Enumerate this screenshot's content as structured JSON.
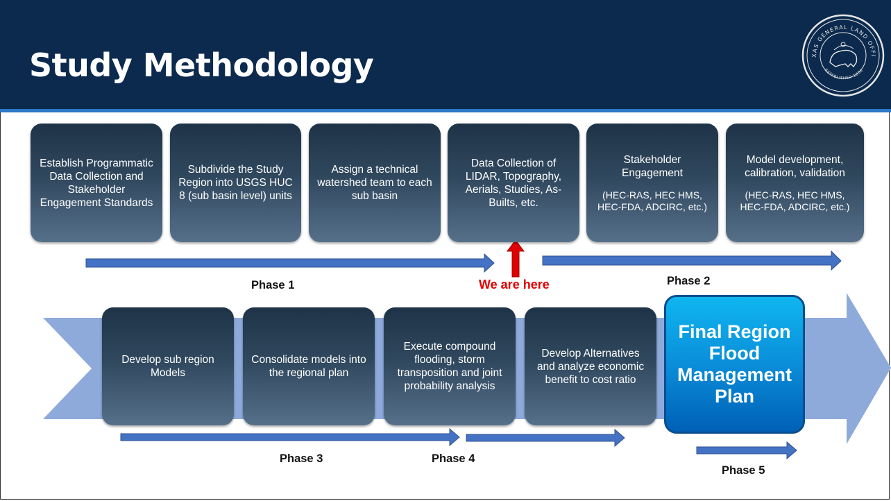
{
  "title": "Study Methodology",
  "seal": {
    "top_text": "TEXAS GENERAL LAND OFFICE",
    "bottom_text": "ESTABLISHED 1836"
  },
  "row1": [
    {
      "text": "Establish Programmatic Data Collection and Stakeholder Engagement Standards"
    },
    {
      "text": "Subdivide the Study Region into USGS HUC 8 (sub basin level) units"
    },
    {
      "text": "Assign a technical watershed team to each sub basin"
    },
    {
      "text": "Data Collection of LIDAR, Topography, Aerials, Studies, As-Builts, etc."
    },
    {
      "text": "Stakeholder Engagement",
      "sub": "(HEC-RAS, HEC HMS, HEC-FDA, ADCIRC, etc.)"
    },
    {
      "text": "Model development, calibration, validation",
      "sub": "(HEC-RAS, HEC HMS, HEC-FDA, ADCIRC, etc.)"
    }
  ],
  "row2": [
    {
      "text": "Develop sub region Models"
    },
    {
      "text": "Consolidate models into the regional plan"
    },
    {
      "text": "Execute compound flooding, storm transposition and joint probability analysis"
    },
    {
      "text": "Develop Alternatives and analyze  economic benefit to cost ratio"
    }
  ],
  "final": "Final Region Flood Management Plan",
  "phases": {
    "p1": "Phase 1",
    "p2": "Phase 2",
    "p3": "Phase 3",
    "p4": "Phase 4",
    "p5": "Phase 5"
  },
  "marker": "We are here",
  "colors": {
    "header": "#0b2a4d",
    "accent_rule": "#2d77c9",
    "arrow": "#4472c4",
    "big_arrow": "#8eaadb",
    "marker": "#e00000",
    "final_box": "#0a8ed9"
  }
}
